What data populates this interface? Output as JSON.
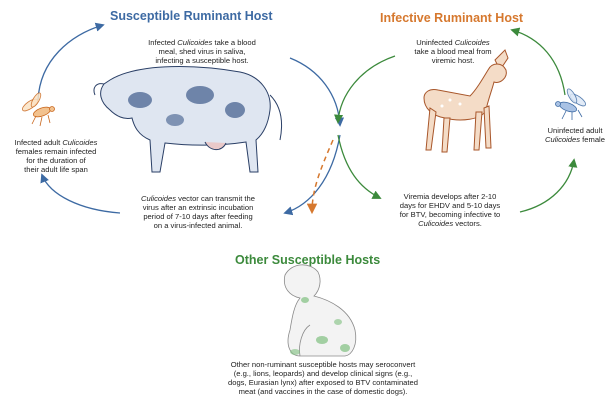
{
  "titles": {
    "susceptible_host": "Susceptible Ruminant Host",
    "infective_host": "Infective Ruminant Host",
    "other_hosts": "Other Susceptible Hosts"
  },
  "notes": {
    "feed_susceptible": {
      "line1_pre": "Infected ",
      "line1_em": "Culicoides",
      "line1_post": " take a blood",
      "line2": "meal, shed virus in saliva,",
      "line3": "infecting a susceptible host."
    },
    "feed_viremic": {
      "line1_pre": "Uninfected ",
      "line1_em": "Culicoides",
      "line2": "take a blood meal from",
      "line3": "viremic host."
    },
    "infected_female": {
      "line1_pre": "Infected adult ",
      "line1_em": "Culicoides",
      "line2": "females remain infected",
      "line3": "for the duration of",
      "line4": "their adult life span"
    },
    "uninfected_female": {
      "line1": "Uninfected adult",
      "line2_em": "Culicoides",
      "line2_post": " female"
    },
    "incubation": {
      "line1_em": "Culicoides",
      "line1_post": " vector can transmit the",
      "line2": "virus after an extrinsic incubation",
      "line3": "period of 7-10 days after feeding",
      "line4": "on a virus-infected animal."
    },
    "viremia": {
      "line1": "Viremia develops after 2-10",
      "line2": "days for EHDV and 5-10 days",
      "line3": "for BTV, becoming infective to",
      "line4_em": "Culicoides",
      "line4_post": " vectors."
    },
    "other_hosts": {
      "line1": "Other non-ruminant susceptible hosts may seroconvert",
      "line2": "(e.g., lions, leopards) and develop clinical signs (e.g.,",
      "line3": "dogs, Eurasian lynx) after exposed to BTV contaminated",
      "line4": "meat (and vaccines in the case of domestic dogs)."
    }
  },
  "icons": [
    "cow-illustration",
    "deer-illustration",
    "dog-illustration",
    "midge-icon"
  ],
  "colors": {
    "blue": "#3d6aa3",
    "orange": "#d6782e",
    "green": "#3c8a3c",
    "text": "#1e1e1e"
  }
}
